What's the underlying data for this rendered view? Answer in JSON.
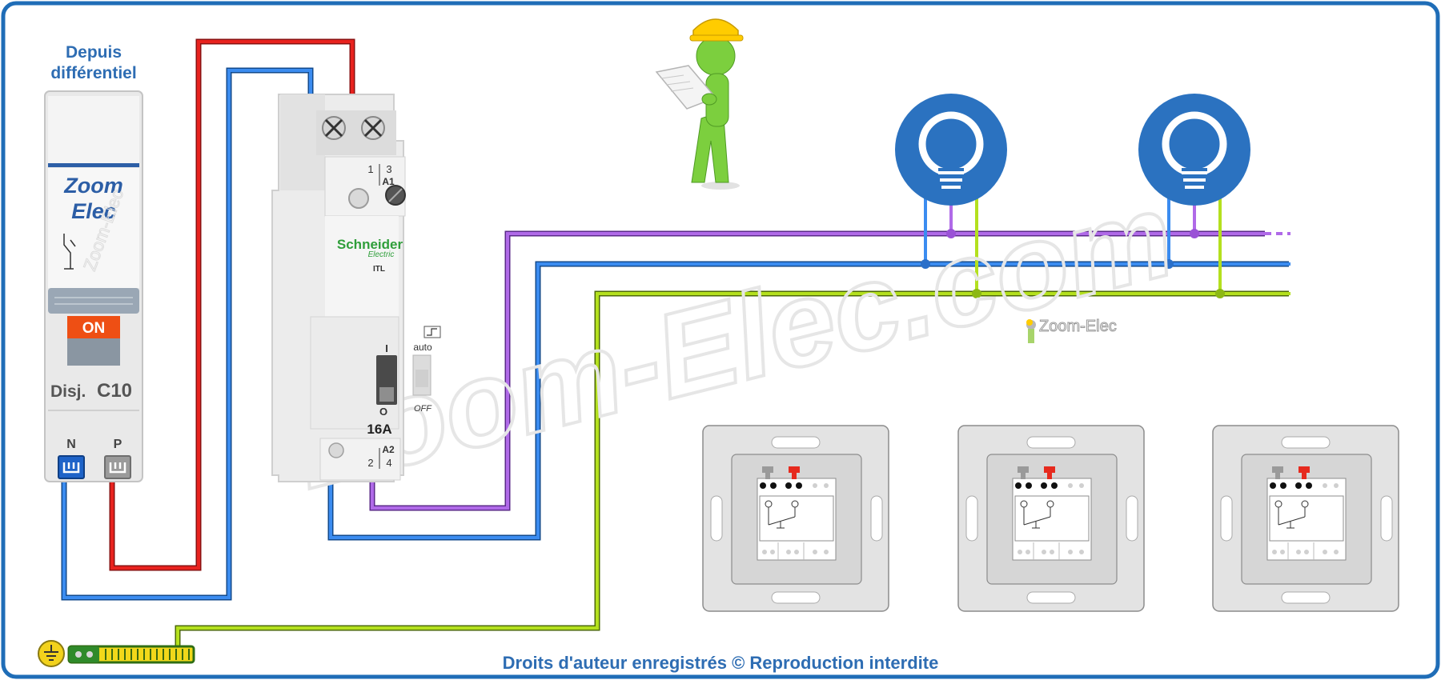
{
  "breaker": {
    "title_line1": "Depuis",
    "title_line2": "différentiel",
    "brand_line1": "Zoom",
    "brand_line2": "Elec",
    "state": "ON",
    "label_prefix": "Disj.",
    "rating": "C10",
    "terminal_n": "N",
    "terminal_p": "P"
  },
  "relay": {
    "brand": "Schneider",
    "brand_sub": "Electric",
    "model": "ITL",
    "top_terminal_1": "1",
    "top_terminal_3": "3",
    "coil_top": "A1",
    "bottom_terminal_2": "2",
    "bottom_terminal_4": "4",
    "coil_bottom": "A2",
    "switch_on": "I",
    "switch_off": "O",
    "current": "16A",
    "mode_auto": "auto",
    "mode_off": "OFF"
  },
  "watermark": {
    "large": "Zoom-Elec.com",
    "small": "Zoom-Elec",
    "side": "Zoom-Elec"
  },
  "footer": {
    "copyright": "Droits d'auteur enregistrés © Reproduction interdite"
  },
  "colors": {
    "frame": "#1f6db7",
    "phase": "#e8221e",
    "neutral": "#2f7fd8",
    "control": "#a44fd8",
    "earth": "#9ccc16",
    "lamp": "#2b72c0"
  }
}
